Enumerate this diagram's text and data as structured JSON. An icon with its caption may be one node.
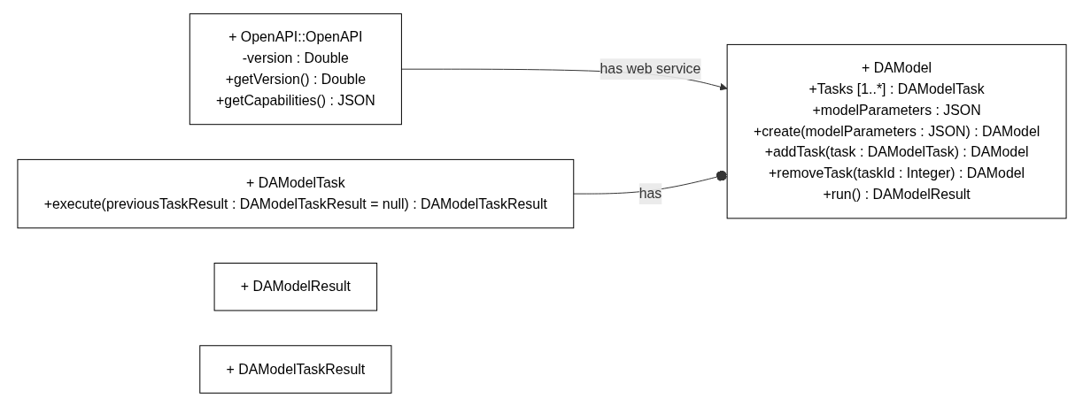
{
  "diagram": {
    "nodes": [
      {
        "text": [
          "+ OpenAPI::OpenAPI",
          "-version : Double",
          "+getVersion() : Double",
          "+getCapabilities() : JSON"
        ]
      },
      {
        "text": [
          "+ DAModel",
          "+Tasks [1..*] : DAModelTask",
          "+modelParameters : JSON",
          "+create(modelParameters : JSON) : DAModel",
          "+addTask(task : DAModelTask) : DAModel",
          "+removeTask(taskId : Integer) : DAModel",
          "+run() : DAModelResult"
        ]
      },
      {
        "text": [
          "+ DAModelTask",
          "+execute(previousTaskResult : DAModelTaskResult = null) : DAModelTaskResult"
        ]
      },
      {
        "text": [
          "+ DAModelResult"
        ]
      },
      {
        "text": [
          "+ DAModelTaskResult"
        ]
      }
    ],
    "edges": [
      {
        "from": 0,
        "to": 1,
        "arrow": "to",
        "label": "has web service"
      },
      {
        "from": 2,
        "to": 1,
        "arrow": "other",
        "label": "has"
      }
    ]
  }
}
